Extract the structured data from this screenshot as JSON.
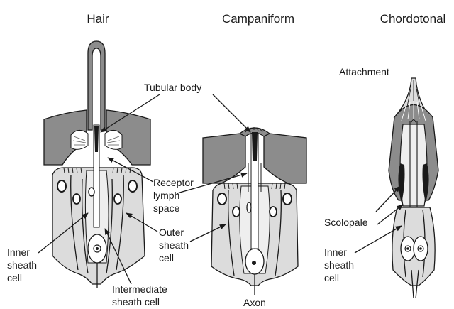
{
  "titles": {
    "hair": "Hair",
    "campaniform": "Campaniform",
    "chordotonal": "Chordotonal"
  },
  "labels": {
    "tubular_body": "Tubular body",
    "receptor_lymph_1": "Receptor",
    "receptor_lymph_2": "lymph",
    "receptor_lymph_3": "space",
    "outer_sheath_1": "Outer",
    "outer_sheath_2": "sheath",
    "outer_sheath_3": "cell",
    "inner_sheath_1": "Inner",
    "inner_sheath_2": "sheath",
    "inner_sheath_3": "cell",
    "intermediate_1": "Intermediate",
    "intermediate_2": "sheath cell",
    "axon": "Axon",
    "attachment": "Attachment",
    "scolopale": "Scolopale",
    "inner_sheath_b_1": "Inner",
    "inner_sheath_b_2": "sheath",
    "inner_sheath_b_3": "cell"
  },
  "colors": {
    "dark_fill": "#8c8c8c",
    "cell_fill": "#dcdcdc",
    "light_fill": "#eeeeee",
    "outline": "#1a1a1a"
  }
}
